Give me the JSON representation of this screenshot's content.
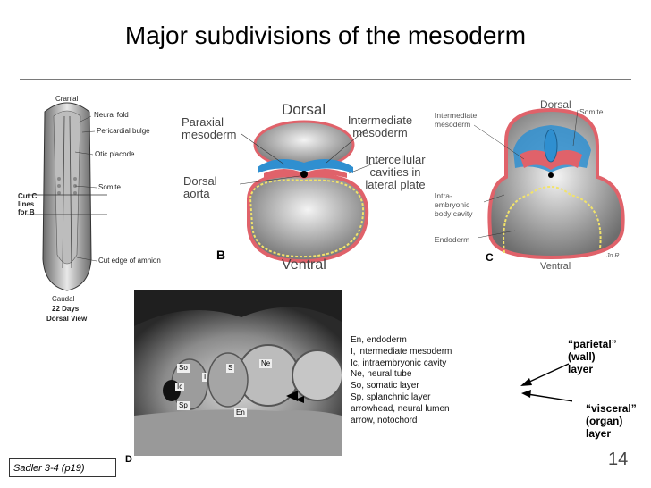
{
  "title": "Major subdivisions of the mesoderm",
  "figure_a": {
    "labels": {
      "cranial": "Cranial",
      "neural_fold": "Neural fold",
      "pericardial_bulge": "Pericardial bulge",
      "otic_placode": "Otic placode",
      "somite": "Somite",
      "cut_edge_amnion": "Cut edge of amnion",
      "cut_lines": "Cut C lines for B",
      "caudal": "Caudal",
      "age": "22 Days",
      "view": "Dorsal View"
    }
  },
  "figure_b": {
    "letter": "B",
    "labels": {
      "dorsal": "Dorsal",
      "ventral": "Ventral",
      "paraxial": "Paraxial mesoderm",
      "intermediate": "Intermediate mesoderm",
      "intercellular": "Intercellular cavities in lateral plate",
      "dorsal_aorta": "Dorsal aorta"
    }
  },
  "figure_c": {
    "letter": "C",
    "labels": {
      "dorsal": "Dorsal",
      "ventral": "Ventral",
      "intermediate": "Intermediate mesoderm",
      "somite": "Somite",
      "intraembryonic": "Intra-embryonic body cavity",
      "endoderm": "Endoderm",
      "signature": "Jo.R."
    }
  },
  "figure_d": {
    "letter": "D",
    "tags": {
      "so": "So",
      "ic": "Ic",
      "sp": "Sp",
      "s": "S",
      "ne": "Ne",
      "i": "I",
      "en": "En"
    }
  },
  "legend": [
    "En, endoderm",
    "I, intermediate mesoderm",
    "Ic, intraembryonic cavity",
    "Ne, neural tube",
    "So, somatic layer",
    "Sp, splanchnic layer",
    "arrowhead, neural lumen",
    "arrow, notochord"
  ],
  "notes": {
    "parietal": [
      "“parietal”",
      "(wall)",
      "layer"
    ],
    "visceral": [
      "“visceral”",
      "(organ)",
      "layer"
    ]
  },
  "citation": "Sadler 3-4 (p19)",
  "slide_number": "14",
  "colors": {
    "mesoderm_red": "#e0626a",
    "ectoderm_blue": "#2f8fd0",
    "endoderm_yellow": "#f2e36a"
  }
}
